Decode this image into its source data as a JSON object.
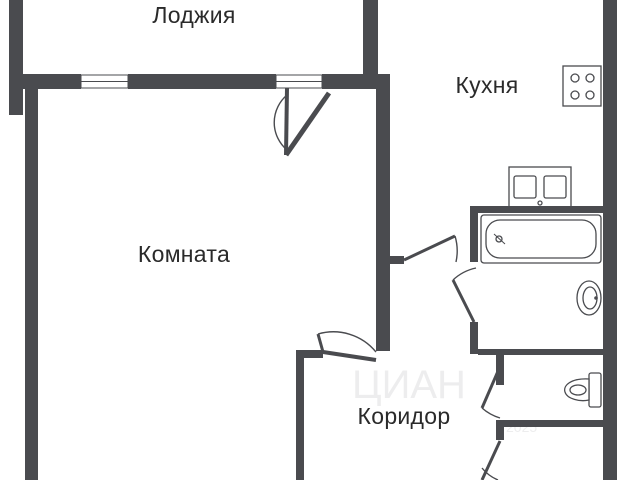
{
  "rooms": {
    "loggia": "Лоджия",
    "kitchen": "Кухня",
    "room": "Комната",
    "corridor": "Коридор"
  },
  "colors": {
    "wall": "#4a4b4f",
    "background": "#ffffff",
    "label": "#2a2a2a"
  },
  "icons": [
    "stove-icon",
    "kitchen-sink-icon",
    "bathtub-icon",
    "washbasin-icon",
    "toilet-icon"
  ]
}
